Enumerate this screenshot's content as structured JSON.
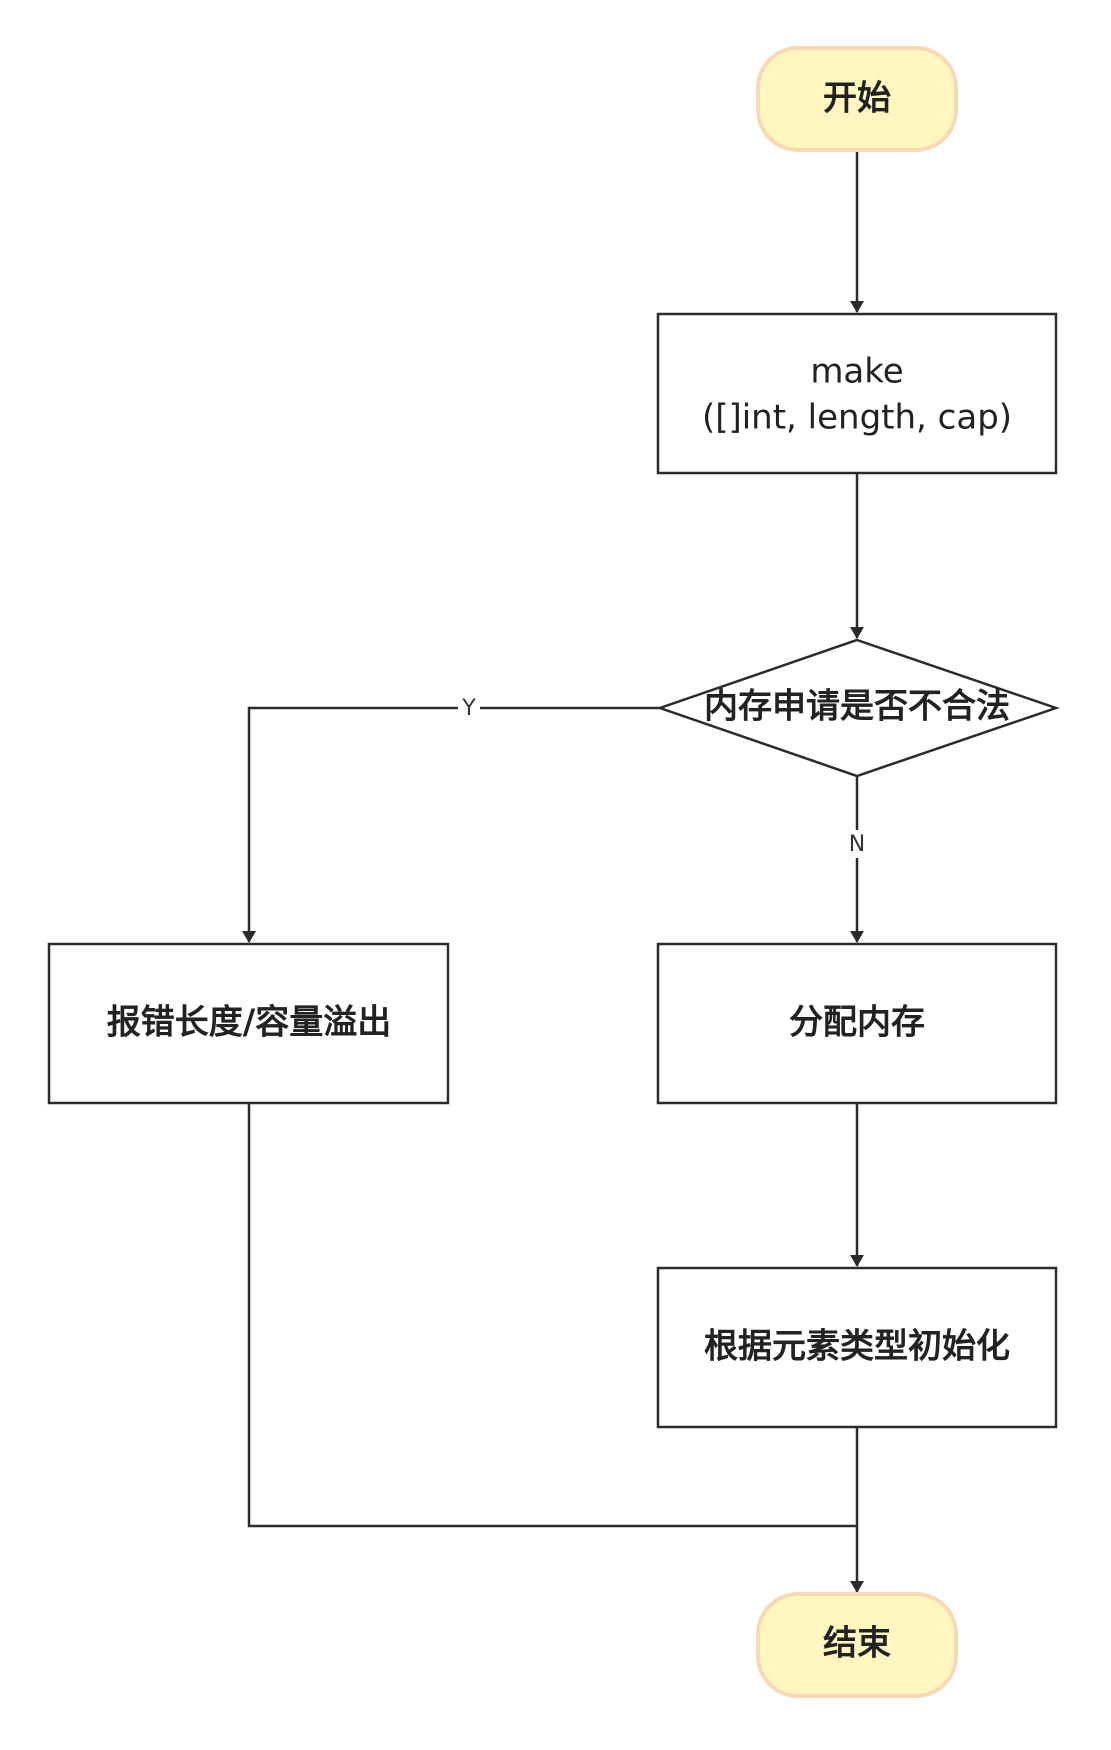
{
  "nodes": {
    "start": "开始",
    "make_line1": "make",
    "make_line2": "([]int, length, cap)",
    "decision": "内存申请是否不合法",
    "error": "报错长度/容量溢出",
    "allocate": "分配内存",
    "init": "根据元素类型初始化",
    "end": "结束"
  },
  "edges": {
    "yes_label": "Y",
    "no_label": "N"
  },
  "colors": {
    "terminal_fill": "#fff6c0",
    "terminal_border": "#f9d9b3",
    "stroke": "#2b2b2b"
  }
}
